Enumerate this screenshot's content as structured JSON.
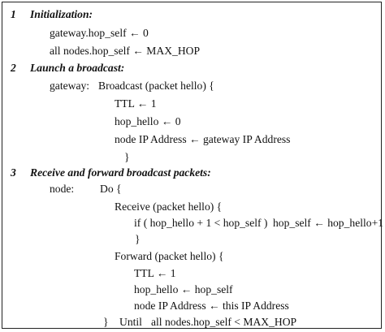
{
  "sections": [
    {
      "number": "1",
      "heading": "Initialization:",
      "lines": [
        "gateway.hop_self ← 0",
        "all nodes.hop_self ← MAX_HOP"
      ]
    },
    {
      "number": "2",
      "heading": "Launch a broadcast:",
      "lines": [
        "gateway:",
        "Broadcast (packet hello) {",
        "TTL ← 1",
        "hop_hello ← 0",
        "node IP Address ← gateway IP Address",
        "}"
      ]
    },
    {
      "number": "3",
      "heading": "Receive and forward broadcast packets:",
      "lines": [
        "node:",
        "Do {",
        "Receive (packet hello) {",
        "if ( hop_hello + 1 < hop_self )",
        "hop_self ← hop_hello+1",
        "}",
        "Forward (packet hello) {",
        "TTL ← 1",
        "hop_hello ← hop_self",
        "node IP Address ← this IP Address",
        "}",
        "}",
        "Until",
        "all nodes.hop_self < MAX_HOP"
      ]
    }
  ]
}
